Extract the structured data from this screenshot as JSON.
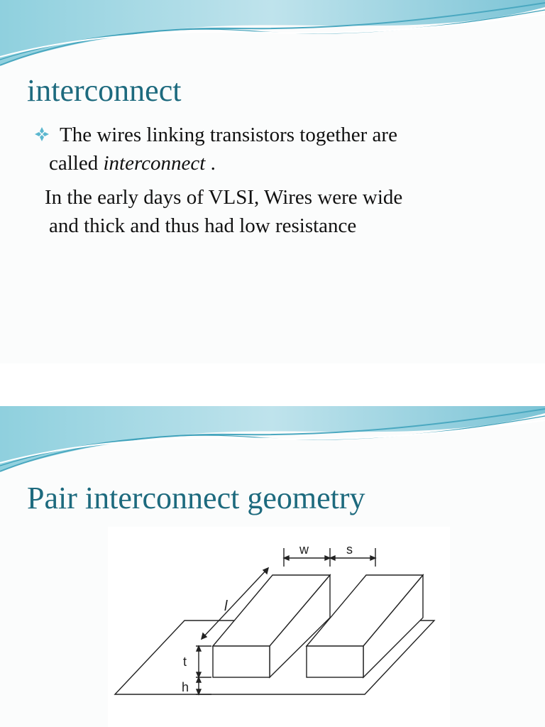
{
  "slide1": {
    "title": "interconnect",
    "bullet_text_1": "The wires linking transistors together are",
    "bullet_text_2_plain": "called ",
    "bullet_text_2_italic": "interconnect",
    "bullet_text_2_end": " .",
    "para_line_1": "In the early days of VLSI,   Wires were wide",
    "para_line_2": "and thick and thus had low resistance"
  },
  "slide2": {
    "title": "Pair interconnect geometry",
    "figure_labels": {
      "w": "w",
      "s": "s",
      "l": "l",
      "t": "t",
      "h": "h"
    }
  },
  "colors": {
    "title": "#1d6a7e",
    "banner_light": "#cfe9ef",
    "banner_mid": "#7fc6d6",
    "banner_dark": "#3a9fb8",
    "bullet": "#5bb7cf"
  }
}
